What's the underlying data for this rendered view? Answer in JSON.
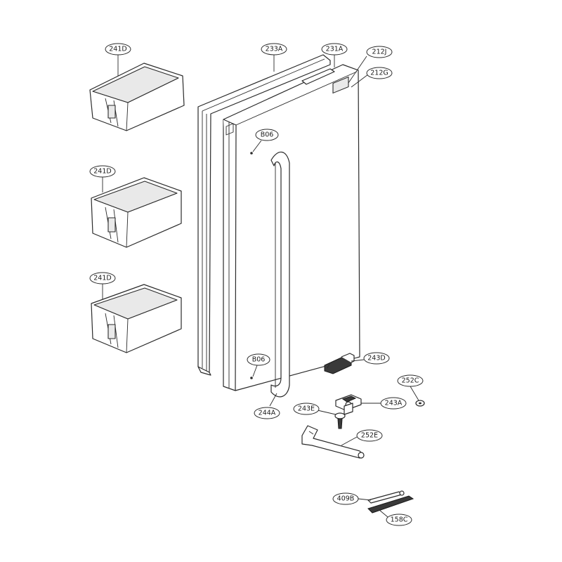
{
  "callouts": [
    {
      "id": "bin_top",
      "label": "241D"
    },
    {
      "id": "bin_mid",
      "label": "241D"
    },
    {
      "id": "bin_low",
      "label": "241D"
    },
    {
      "id": "gasket",
      "label": "233A"
    },
    {
      "id": "door",
      "label": "231A"
    },
    {
      "id": "label_212j",
      "label": "212J"
    },
    {
      "id": "label_212g",
      "label": "212G"
    },
    {
      "id": "screw_top",
      "label": "B06"
    },
    {
      "id": "screw_bottom",
      "label": "B06"
    },
    {
      "id": "handle",
      "label": "244A"
    },
    {
      "id": "hinge_cover",
      "label": "243D"
    },
    {
      "id": "washer",
      "label": "252C"
    },
    {
      "id": "hinge",
      "label": "243A"
    },
    {
      "id": "bushing",
      "label": "243E"
    },
    {
      "id": "wrench",
      "label": "252E"
    },
    {
      "id": "cord",
      "label": "409B"
    },
    {
      "id": "strip",
      "label": "158C"
    }
  ]
}
